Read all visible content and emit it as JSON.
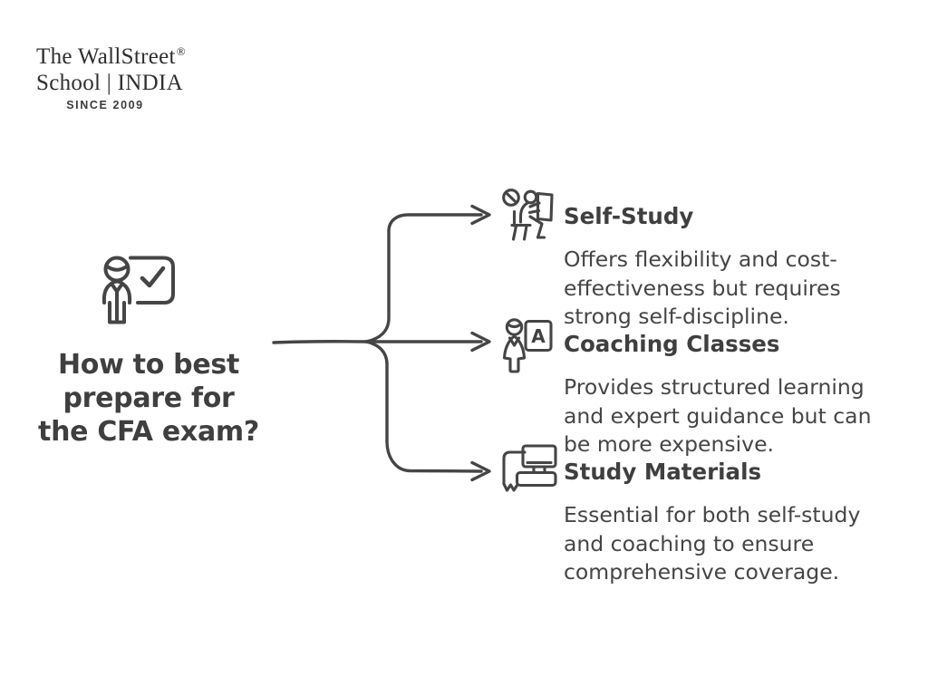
{
  "colors": {
    "ink": "#414141",
    "stroke": "#454545",
    "background": "#ffffff"
  },
  "logo": {
    "name_line1": "The WallStreet",
    "registered_mark": "®",
    "name_line2": "School | INDIA",
    "tagline": "SINCE 2009"
  },
  "center": {
    "icon": "presenter-checkmark-board-icon",
    "question": "How to best\nprepare for\nthe CFA exam?"
  },
  "branches": [
    {
      "title": "Self-Study",
      "description": "Offers flexibility and cost-\neffectiveness but requires\nstrong self-discipline.",
      "icon": "focused-reader-no-distraction-icon"
    },
    {
      "title": "Coaching Classes",
      "description": "Provides structured learning\nand expert guidance but can\nbe more expensive.",
      "icon": "teacher-with-board-icon",
      "board_letter": "A"
    },
    {
      "title": "Study Materials",
      "description": "Essential for both self-study\nand coaching to ensure\ncomprehensive coverage.",
      "icon": "book-and-computer-icon"
    }
  ]
}
